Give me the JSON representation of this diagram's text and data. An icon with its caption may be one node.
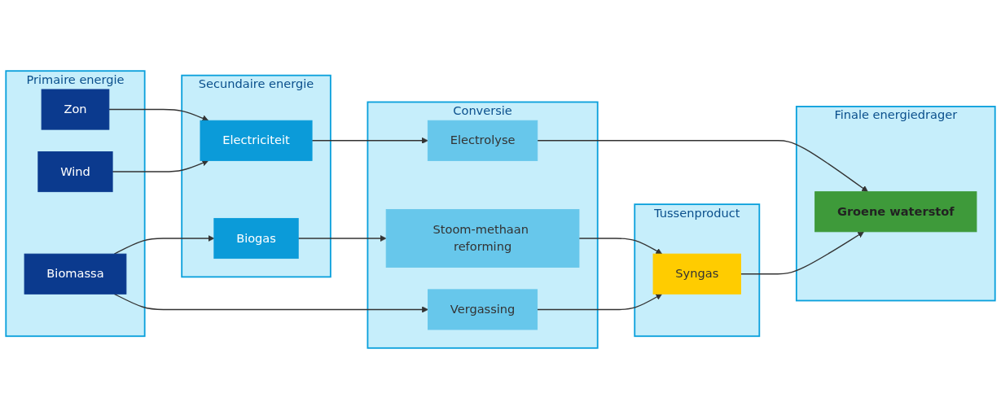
{
  "diagram": {
    "nodes": [
      {
        "text": [
          "Primaire energie"
        ]
      },
      {
        "text": [
          "Zon"
        ],
        "in": 0
      },
      {
        "text": [
          "Wind"
        ],
        "in": 0
      },
      {
        "text": [
          "Biomassa"
        ],
        "in": 0
      },
      {
        "text": [
          "Secundaire energie"
        ]
      },
      {
        "text": [
          "Electriciteit"
        ],
        "in": 4
      },
      {
        "text": [
          "Biogas"
        ],
        "in": 4
      },
      {
        "text": [
          "Conversie"
        ]
      },
      {
        "text": [
          "Electrolyse"
        ],
        "in": 7
      },
      {
        "text": [
          "Vergassing"
        ],
        "in": 7
      },
      {
        "text": [
          "Stoom-methaan reforming"
        ],
        "in": 7
      },
      {
        "text": [
          "Tussenproduct"
        ]
      },
      {
        "text": [
          "Syngas"
        ],
        "in": 11
      },
      {
        "text": [
          "Finale energiedrager"
        ]
      },
      {
        "text": [
          "Groene waterstof"
        ],
        "in": 13
      }
    ],
    "edges": [
      {
        "from": 1,
        "to": 5,
        "arrow": "to"
      },
      {
        "from": 2,
        "to": 5,
        "arrow": "to"
      },
      {
        "from": 3,
        "to": 6,
        "arrow": "to"
      },
      {
        "from": 3,
        "to": 9,
        "arrow": "to"
      },
      {
        "from": 5,
        "to": 8,
        "arrow": "to"
      },
      {
        "from": 6,
        "to": 10,
        "arrow": "to"
      },
      {
        "from": 9,
        "to": 12,
        "arrow": "to"
      },
      {
        "from": 10,
        "to": 12,
        "arrow": "to"
      },
      {
        "from": 8,
        "to": 14,
        "arrow": "to"
      },
      {
        "from": 12,
        "to": 14,
        "arrow": "to"
      }
    ]
  }
}
